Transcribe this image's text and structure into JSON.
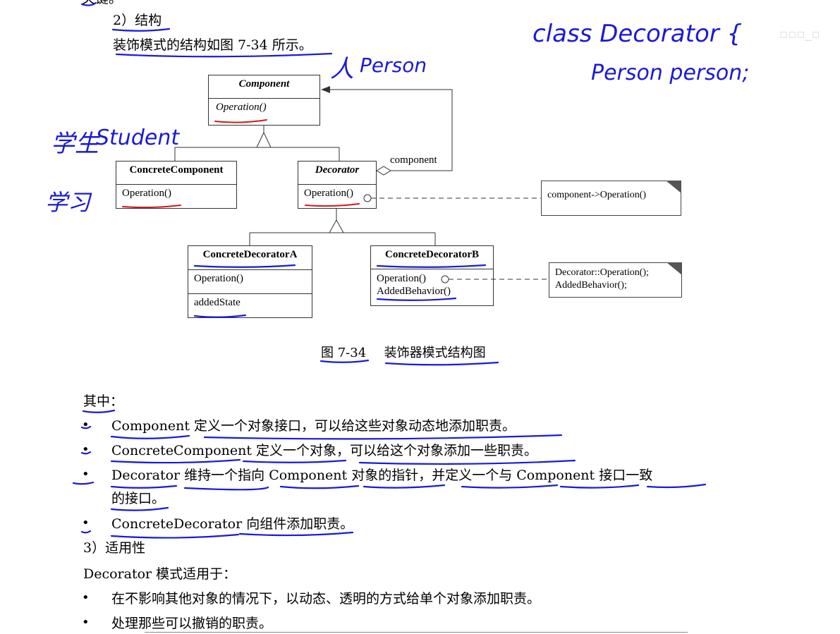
{
  "doc": {
    "top_cut": "关键。",
    "section2_title": "2）结构",
    "section2_intro": "装饰模式的结构如图 7-34 所示。",
    "caption_num": "图 7-34",
    "caption_text": "装饰器模式结构图",
    "where": "其中：",
    "bullets": [
      {
        "lead": "Component",
        "text": " 定义一个对象接口，可以给这些对象动态地添加职责。"
      },
      {
        "lead": "ConcreteComponent",
        "text": " 定义一个对象，可以给这个对象添加一些职责。"
      },
      {
        "lead": "Decorator",
        "text": " 维持一个指向 Component 对象的指针，并定义一个与 Component 接口一致"
      },
      {
        "lead": "ConcreteDecorator",
        "text": " 向组件添加职责。"
      }
    ],
    "bullet3_cont": "的接口。",
    "section3_title": "3）适用性",
    "section3_intro": "Decorator 模式适用于：",
    "apply_bullets": [
      "在不影响其他对象的情况下，以动态、透明的方式给单个对象添加职责。",
      "处理那些可以撤销的职责。"
    ],
    "bullet_char": "•"
  },
  "uml": {
    "component": {
      "name": "Component",
      "op": "Operation()"
    },
    "concrete_component": {
      "name": "ConcreteComponent",
      "op": "Operation()"
    },
    "decorator": {
      "name": "Decorator",
      "op": "Operation()"
    },
    "decorator_a": {
      "name": "ConcreteDecoratorA",
      "op": "Operation()",
      "state": "addedState"
    },
    "decorator_b": {
      "name": "ConcreteDecoratorB",
      "op": "Operation()",
      "op2": "AddedBehavior()"
    },
    "assoc_label": "component",
    "note1": "component->Operation()",
    "note2_line1": "Decorator::Operation();",
    "note2_line2": "AddedBehavior();"
  },
  "annotations": {
    "person_cn": "人",
    "person_en": "Person",
    "student_cn": "学生",
    "student_en": "Student",
    "study_cn": "学习",
    "code1": "class Decorator {",
    "code2": "Person person;"
  },
  "colors": {
    "ink": "#1a1ad8",
    "underline_red": "#d01818",
    "text": "#000000"
  }
}
